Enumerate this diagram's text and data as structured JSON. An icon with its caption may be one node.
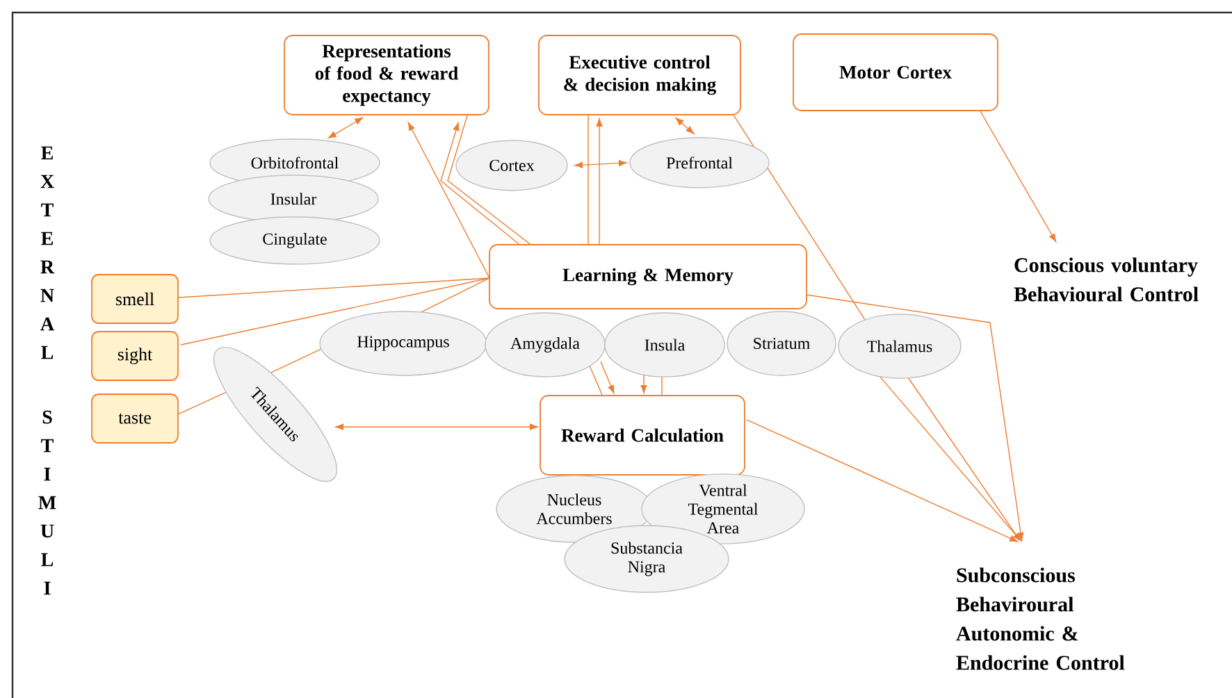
{
  "diagram": {
    "nodes": [
      {
        "text": [
          "Representations of food & reward expectancy"
        ]
      },
      {
        "text": [
          "Executive control & decision making"
        ]
      },
      {
        "text": [
          "Motor Cortex"
        ]
      },
      {
        "text": [
          "Orbitofrontal"
        ]
      },
      {
        "text": [
          "Insular"
        ]
      },
      {
        "text": [
          "Cingulate"
        ]
      },
      {
        "text": [
          "Cortex"
        ]
      },
      {
        "text": [
          "Prefrontal"
        ]
      },
      {
        "text": [
          "Learning & Memory"
        ]
      },
      {
        "text": [
          "smell"
        ]
      },
      {
        "text": [
          "sight"
        ]
      },
      {
        "text": [
          "taste"
        ]
      },
      {
        "text": [
          "Hippocampus"
        ]
      },
      {
        "text": [
          "Amygdala"
        ]
      },
      {
        "text": [
          "Insula"
        ]
      },
      {
        "text": [
          "Striatum"
        ]
      },
      {
        "text": [
          "Thalamus"
        ]
      },
      {
        "text": [
          "Thalamus"
        ]
      },
      {
        "text": [
          "Reward Calculation"
        ]
      },
      {
        "text": [
          "Nucleus Accumbers"
        ]
      },
      {
        "text": [
          "Ventral Tegmental Area"
        ]
      },
      {
        "text": [
          "Substancia Nigra"
        ]
      },
      {
        "text": [
          "Conscious voluntary Behavioural Control"
        ]
      },
      {
        "text": [
          "Subconscious Behaviroural Autonomic & Endocrine Control"
        ]
      }
    ],
    "edges": [
      {
        "from": 3,
        "to": 0,
        "arrow": "both"
      },
      {
        "from": 6,
        "to": 7,
        "arrow": "both"
      },
      {
        "from": 7,
        "to": 1,
        "arrow": "both"
      },
      {
        "from": 8,
        "to": 0,
        "arrow": "to"
      },
      {
        "from": 8,
        "to": 0,
        "arrow": "to"
      },
      {
        "from": 8,
        "to": 0,
        "arrow": "none"
      },
      {
        "from": 8,
        "to": 1,
        "arrow": "none"
      },
      {
        "from": 8,
        "to": 1,
        "arrow": "to"
      },
      {
        "from": 1,
        "to": 16,
        "arrow": "none"
      },
      {
        "from": 2,
        "to": 22,
        "arrow": "to"
      },
      {
        "from": 9,
        "to": 8,
        "arrow": "none"
      },
      {
        "from": 10,
        "to": 8,
        "arrow": "none"
      },
      {
        "from": 11,
        "to": 17,
        "arrow": "none"
      },
      {
        "from": 12,
        "to": 8,
        "arrow": "none"
      },
      {
        "from": 17,
        "to": 18,
        "arrow": "both"
      },
      {
        "from": 13,
        "to": 18,
        "arrow": "to"
      },
      {
        "from": 13,
        "to": 18,
        "arrow": "none"
      },
      {
        "from": 14,
        "to": 18,
        "arrow": "to"
      },
      {
        "from": 14,
        "to": 18,
        "arrow": "none"
      },
      {
        "from": 8,
        "to": 23,
        "arrow": "to"
      },
      {
        "from": 16,
        "to": 23,
        "arrow": "to"
      },
      {
        "from": 16,
        "to": 23,
        "arrow": "none"
      },
      {
        "from": 18,
        "to": 23,
        "arrow": "to"
      },
      {
        "from": 17,
        "to": 12,
        "arrow": "none"
      }
    ],
    "labels": [
      "E",
      "X",
      "T",
      "E",
      "R",
      "N",
      "A",
      "L",
      "S",
      "T",
      "I",
      "M",
      "U",
      "L",
      "I"
    ]
  }
}
